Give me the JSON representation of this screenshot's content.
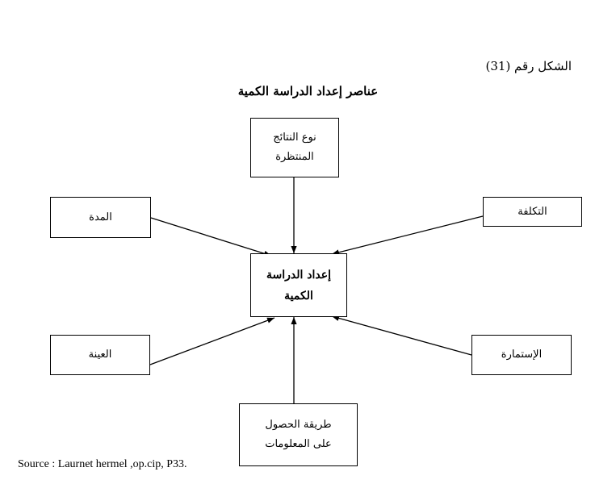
{
  "figure_label": "الشكل رقم (31)",
  "title": "عناصر إعداد الدراسة الكمية",
  "nodes": {
    "expected_results": {
      "lines": [
        "نوع النتائج",
        "المنتظرة"
      ]
    },
    "duration": {
      "lines": [
        "المدة"
      ]
    },
    "cost": {
      "lines": [
        "التكلفة"
      ]
    },
    "center": {
      "lines": [
        "إعداد الدراسة",
        "الكمية"
      ]
    },
    "sample": {
      "lines": [
        "العينة"
      ]
    },
    "questionnaire": {
      "lines": [
        "الإستمارة"
      ]
    },
    "data_collection": {
      "lines": [
        "طريقة الحصول",
        "على المعلومات"
      ]
    }
  },
  "source": "Source : Laurnet hermel ,op.cip, P33.",
  "colors": {
    "stroke": "#000000",
    "background": "#ffffff"
  }
}
